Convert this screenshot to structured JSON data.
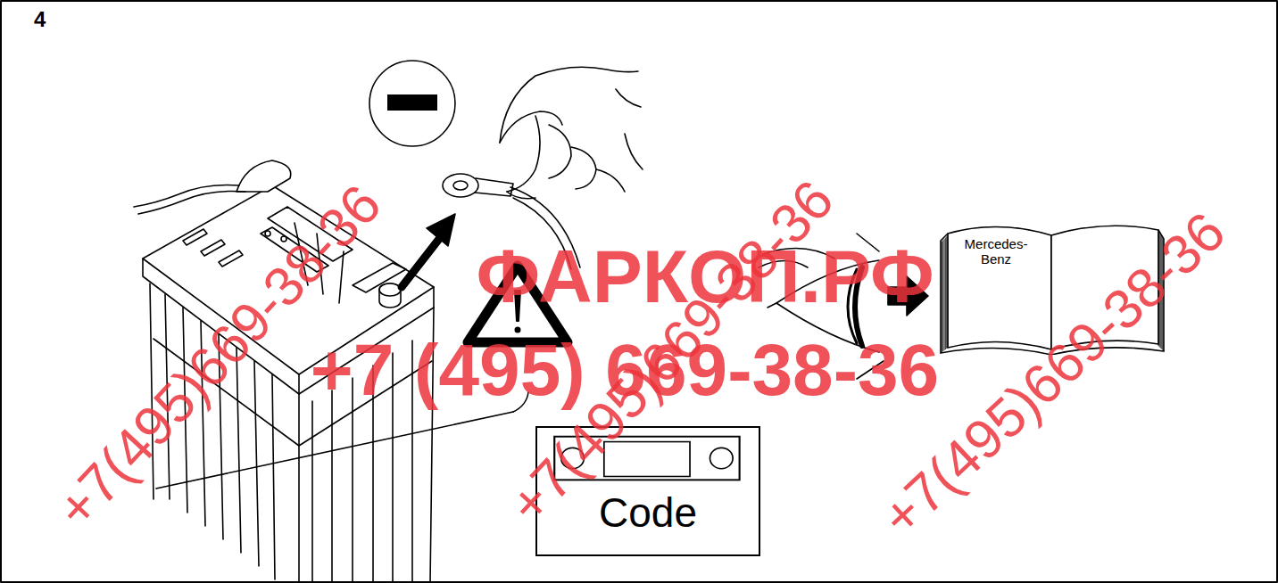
{
  "diagram": {
    "nodes": [
      {
        "text": [
          "Code"
        ]
      },
      {
        "text": [
          "Mercedes- Benz"
        ]
      }
    ],
    "labels": [
      "4",
      "ФАРКОП.РФ",
      "+7 (495) 669-38-36",
      "+7(495)669-38-36",
      "+7(495)669-38-36",
      "+7(495)669-38-36"
    ]
  }
}
